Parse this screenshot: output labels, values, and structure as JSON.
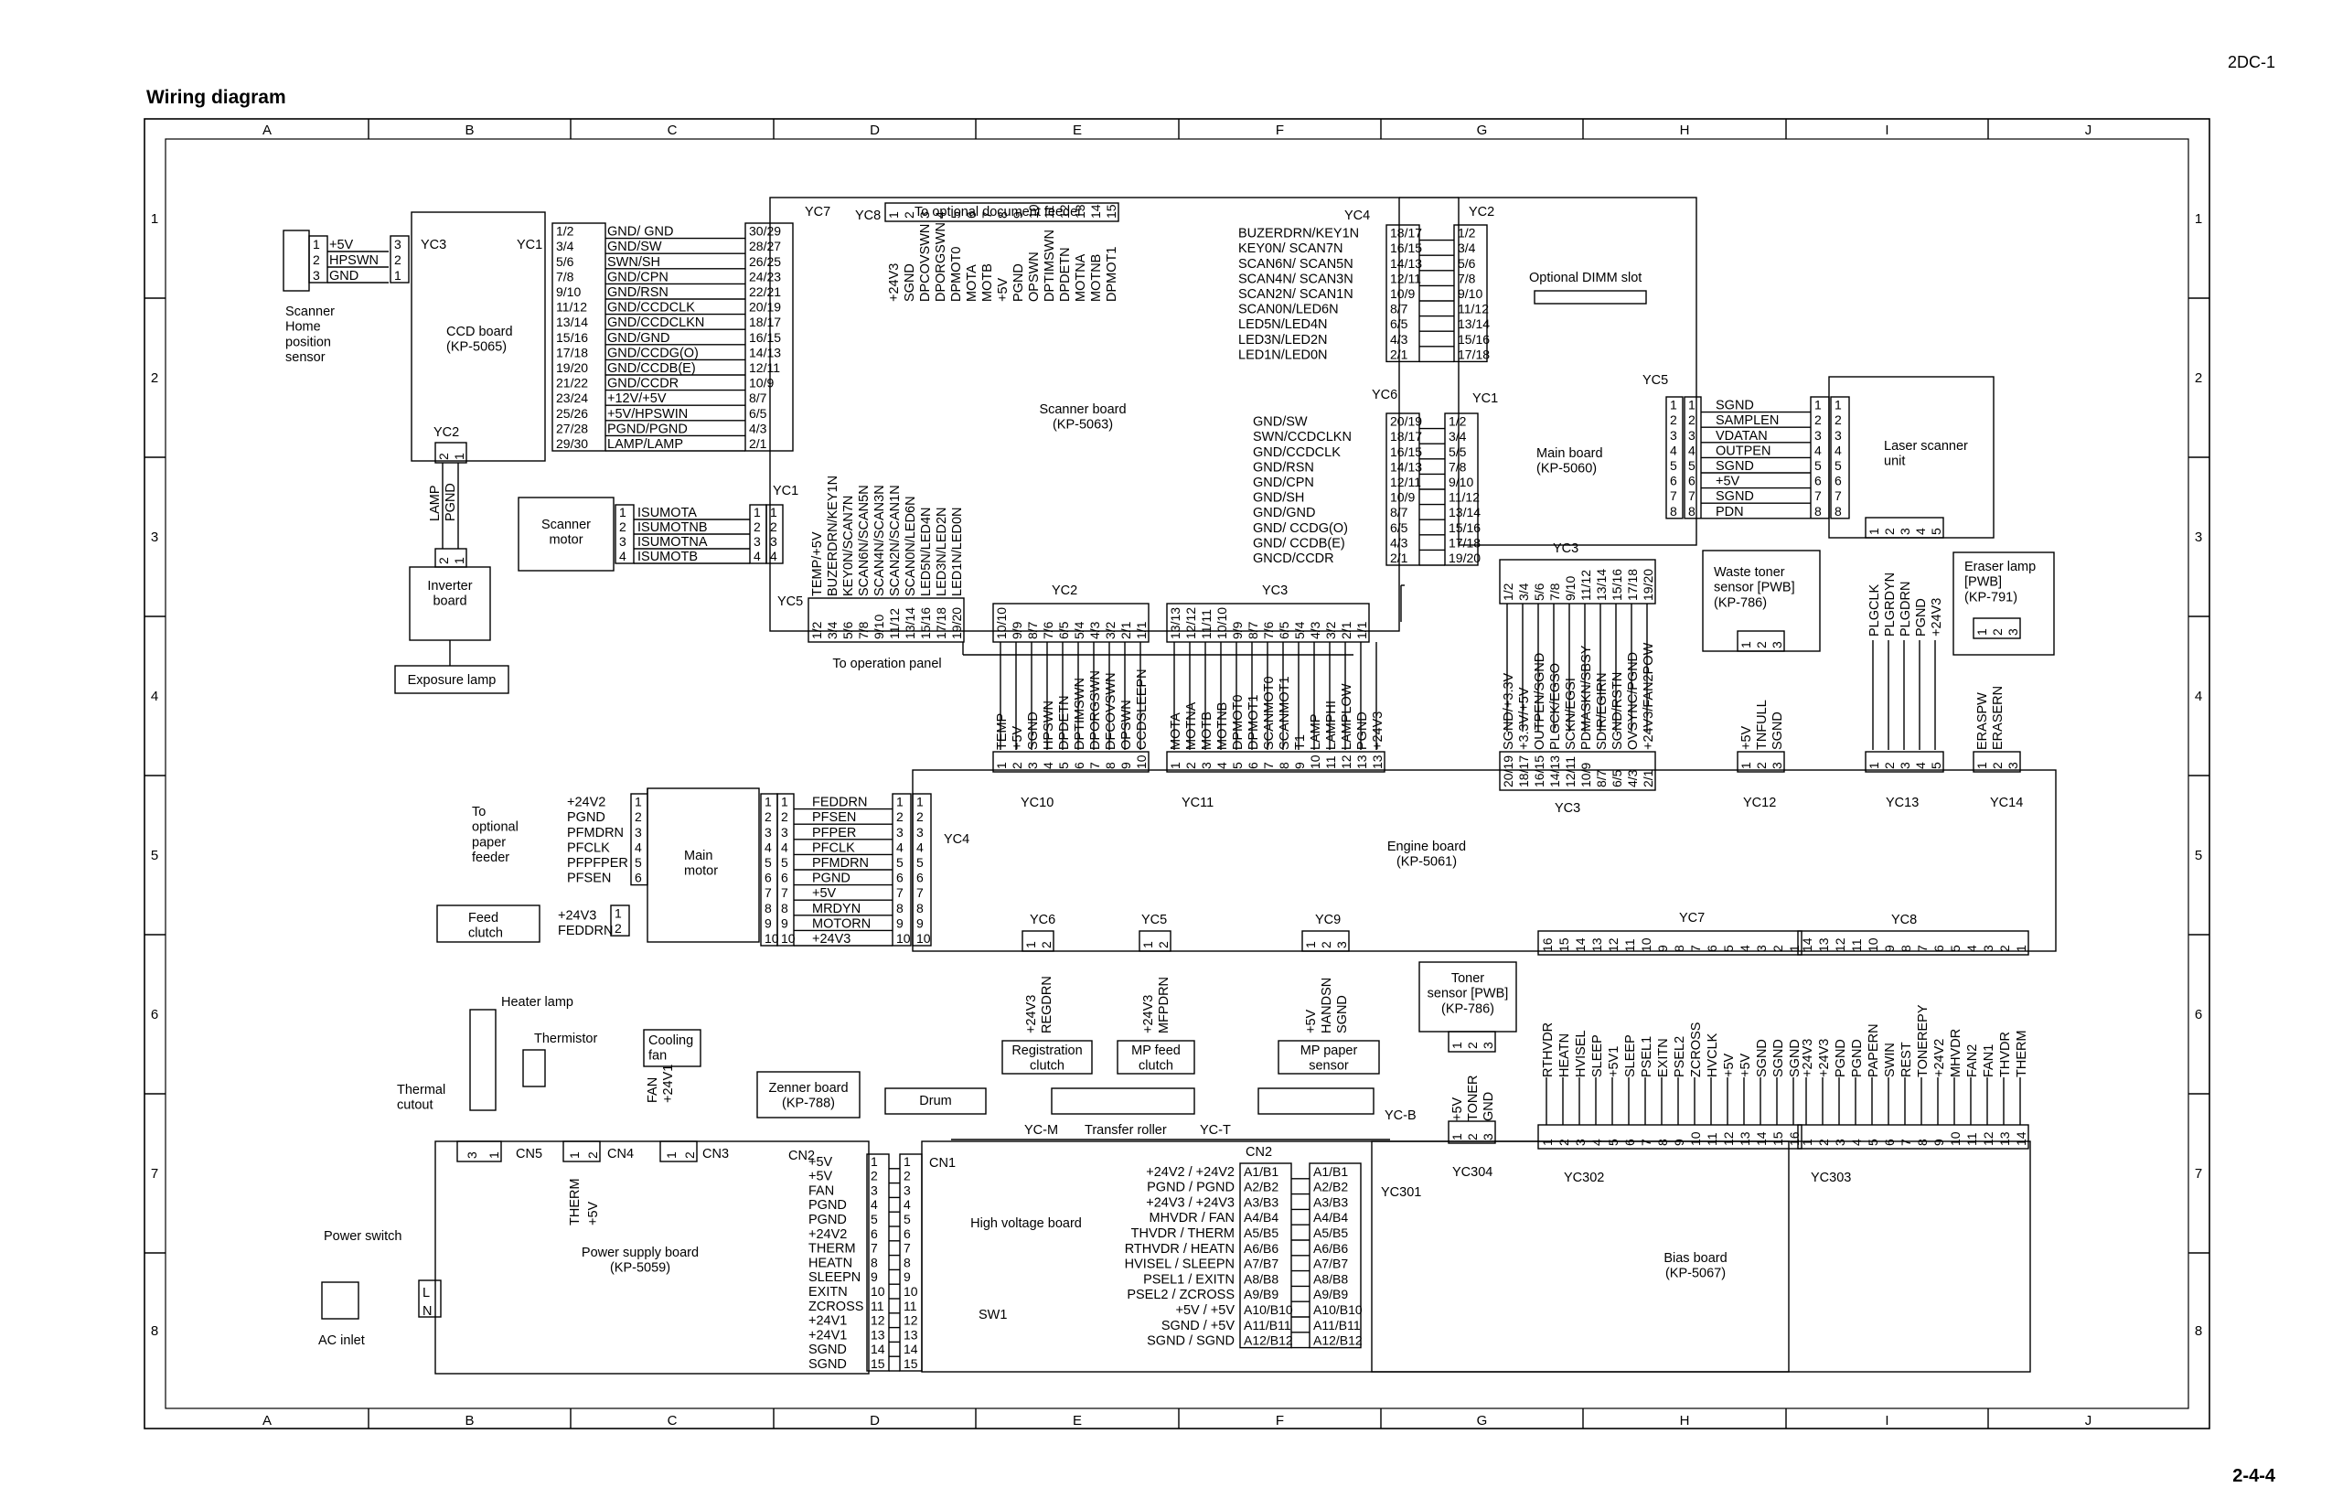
{
  "page": {
    "header_code": "2DC-1",
    "title": "Wiring diagram",
    "page_number": "2-4-4"
  },
  "grid": {
    "columns": [
      "A",
      "B",
      "C",
      "D",
      "E",
      "F",
      "G",
      "H",
      "I",
      "J"
    ],
    "rows": [
      "1",
      "2",
      "3",
      "4",
      "5",
      "6",
      "7",
      "8"
    ]
  },
  "components": {
    "scanner_home_sensor": {
      "label": "Scanner\nHome\nposition\nsensor",
      "pins": [
        "1",
        "2",
        "3"
      ],
      "signals": [
        "+5V",
        "HPSWN",
        "GND"
      ]
    },
    "ccd_board": {
      "label": "CCD board\n(KP-5065)",
      "yc3": "YC3",
      "yc3_pins": [
        "3",
        "2",
        "1"
      ],
      "yc1": "YC1",
      "yc2": "YC2",
      "yc2_pins": [
        "2",
        "1"
      ],
      "yc1_pins": [
        "1/2",
        "3/4",
        "5/6",
        "7/8",
        "9/10",
        "11/12",
        "13/14",
        "15/16",
        "17/18",
        "19/20",
        "21/22",
        "23/24",
        "25/26",
        "27/28",
        "29/30"
      ],
      "signals": [
        "GND/ GND",
        "GND/SW",
        "SWN/SH",
        "GND/CPN",
        "GND/RSN",
        "GND/CCDCLK",
        "GND/CCDCLKN",
        "GND/GND",
        "GND/CCDG(O)",
        "GND/CCDB(E)",
        "GND/CCDR",
        "+12V/+5V",
        "+5V/HPSWIN",
        "PGND/PGND",
        "LAMP/LAMP"
      ],
      "scanner_pins": [
        "30/29",
        "28/27",
        "26/25",
        "24/23",
        "22/21",
        "20/19",
        "18/17",
        "16/15",
        "14/13",
        "12/11",
        "10/9",
        "8/7",
        "6/5",
        "4/3",
        "2/1"
      ]
    },
    "inverter": {
      "label": "Inverter\nboard",
      "wire_labels": [
        "LAMP",
        "PGND"
      ],
      "pins": [
        "2",
        "1"
      ]
    },
    "exposure_lamp": {
      "label": "Exposure lamp"
    },
    "scanner_motor": {
      "label": "Scanner\nmotor",
      "pins": [
        "1",
        "2",
        "3",
        "4"
      ],
      "signals": [
        "ISUMOTA",
        "ISUMOTNB",
        "ISUMOTNA",
        "ISUMOTB"
      ],
      "yc1": "YC1"
    },
    "scanner_board": {
      "label": "Scanner board\n(KP-5063)",
      "yc7": "YC7",
      "yc8": "YC8",
      "yc5": "YC5",
      "doc_feeder_note": "To optional document feeder",
      "yc8_signals": [
        "+24V3",
        "SGND",
        "DPCOVSWN",
        "DPORGSWN",
        "DPMOT0",
        "MOTA",
        "MOTB",
        "+5V",
        "PGND",
        "OPSWN",
        "DPTIMSWN",
        "DPDETN",
        "MOTNA",
        "MOTNB",
        "DPMOT1"
      ],
      "yc8_pins": [
        "1",
        "2",
        "3",
        "4",
        "5",
        "6",
        "7",
        "8",
        "9",
        "10",
        "11",
        "12",
        "13",
        "14",
        "15"
      ],
      "yc5_signals": [
        "TEMP/+5V",
        "BUZERDRN/KEY1N",
        "KEY0N/SCAN7N",
        "SCAN6N/SCAN5N",
        "SCAN4N/SCAN3N",
        "SCAN2N/SCAN1N",
        "SCAN0N/LED6N",
        "LED5N/LED4N",
        "LED3N/LED2N",
        "LED1N/LED0N"
      ],
      "yc5_pins": [
        "1/2",
        "3/4",
        "5/6",
        "7/8",
        "9/10",
        "11/12",
        "13/14",
        "15/16",
        "17/18",
        "19/20"
      ],
      "op_panel_note": "To operation panel"
    },
    "main_board": {
      "label": "Main board\n(KP-5060)",
      "yc4": "YC4",
      "yc6": "YC6",
      "yc1": "YC1",
      "yc2": "YC2",
      "yc3": "YC3",
      "yc5": "YC5",
      "dimm": "Optional DIMM slot",
      "yc4_signals": [
        "BUZERDRN/KEY1N",
        "KEY0N/ SCAN7N",
        "SCAN6N/ SCAN5N",
        "SCAN4N/ SCAN3N",
        "SCAN2N/ SCAN1N",
        "SCAN0N/LED6N",
        "LED5N/LED4N",
        "LED3N/LED2N",
        "LED1N/LED0N"
      ],
      "yc4_pins": [
        "18/17",
        "16/15",
        "14/13",
        "12/11",
        "10/9",
        "8/7",
        "6/5",
        "4/3",
        "2/1"
      ],
      "yc2_pins": [
        "1/2",
        "3/4",
        "5/6",
        "7/8",
        "9/10",
        "11/12",
        "13/14",
        "15/16",
        "17/18"
      ],
      "yc6_signals": [
        "GND/SW",
        "SWN/CCDCLKN",
        "GND/CCDCLK",
        "GND/RSN",
        "GND/CPN",
        "GND/SH",
        "GND/GND",
        "GND/ CCDG(O)",
        "GND/ CCDB(E)",
        "GNCD/CCDR"
      ],
      "yc6_pins": [
        "20/19",
        "18/17",
        "16/15",
        "14/13",
        "12/11",
        "10/9",
        "8/7",
        "6/5",
        "4/3",
        "2/1"
      ],
      "yc1_pins": [
        "1/2",
        "3/4",
        "5/5",
        "7/8",
        "9/10",
        "11/12",
        "13/14",
        "15/16",
        "17/18",
        "19/20"
      ],
      "yc3_pins": [
        "1/2",
        "3/4",
        "5/6",
        "7/8",
        "9/10",
        "11/12",
        "13/14",
        "15/16",
        "17/18",
        "19/20"
      ],
      "yc5_signals": [
        "SGND",
        "SAMPLEN",
        "VDATAN",
        "OUTPEN",
        "SGND",
        "+5V",
        "SGND",
        "PDN"
      ],
      "yc5_pins": [
        "1",
        "2",
        "3",
        "4",
        "5",
        "6",
        "7",
        "8"
      ]
    },
    "laser_scanner": {
      "label": "Laser scanner\nunit",
      "pins": [
        "1",
        "2",
        "3",
        "4",
        "5",
        "6",
        "7",
        "8"
      ]
    },
    "waste_toner": {
      "label": "Waste toner\nsensor [PWB]\n(KP-786)",
      "pins": [
        "1",
        "2",
        "3"
      ]
    },
    "eraser_lamp": {
      "label": "Eraser lamp\n[PWB]\n(KP-791)",
      "pins": [
        "1",
        "2",
        "3"
      ]
    },
    "engine_board": {
      "label": "Engine board\n(KP-5061)",
      "yc2": "YC2",
      "yc3": "YC3",
      "yc10": "YC10",
      "yc11": "YC11",
      "yc3b": "YC3",
      "yc12": "YC12",
      "yc13": "YC13",
      "yc14": "YC14",
      "yc4": "YC4",
      "yc6": "YC6",
      "yc5": "YC5",
      "yc9": "YC9",
      "yc7": "YC7",
      "yc8": "YC8",
      "yc2_pins": [
        "10/10",
        "9/9",
        "8/7",
        "7/6",
        "6/5",
        "5/4",
        "4/3",
        "3/2",
        "2/1",
        "1/1"
      ],
      "yc3_pins": [
        "13/13",
        "12/12",
        "11/11",
        "10/10",
        "9/9",
        "8/7",
        "7/6",
        "6/5",
        "5/4",
        "4/3",
        "3/2",
        "2/1",
        "1/1"
      ],
      "yc10_signals": [
        "TEMP",
        "+5V",
        "SGND",
        "HPSWN",
        "DPDETN",
        "DPTIMSWN",
        "DPORGSWN",
        "DFCOVSWN",
        "OPSWN",
        "CCDSLEEPN"
      ],
      "yc10_pins": [
        "1",
        "2",
        "3",
        "4",
        "5",
        "6",
        "7",
        "8",
        "9",
        "10"
      ],
      "yc11_signals": [
        "MOTA",
        "MOTNA",
        "MOTB",
        "MOTNB",
        "DPMOT0",
        "DPMOT1",
        "SCANMOT0",
        "SCANMOT1",
        "T1",
        "LAMP",
        "LAMPHI",
        "LAMPLOW",
        "PGND",
        "+24V3"
      ],
      "yc11_pins": [
        "1",
        "2",
        "3",
        "4",
        "5",
        "6",
        "7",
        "8",
        "9",
        "10",
        "11",
        "12",
        "13",
        "13"
      ],
      "yc3b_signals": [
        "SGND/+3.3V",
        "+3.3V/+5V",
        "OUTPEN/SGND",
        "PLGCK/EGSO",
        "SCKN/EGSI",
        "PDMASKN/SBSY",
        "SDIR/EGIRN",
        "SGND/RSTN",
        "OVSYNC/PGND",
        "+24V3/FAN2POW"
      ],
      "yc3b_pins": [
        "20/19",
        "18/17",
        "16/15",
        "14/13",
        "12/11",
        "10/9",
        "8/7",
        "6/5",
        "4/3",
        "2/1"
      ],
      "yc12_signals": [
        "+5V",
        "TNFULL",
        "SGND"
      ],
      "yc12_pins": [
        "1",
        "2",
        "3"
      ],
      "yc13_signals": [
        "PLGCLK",
        "PLGRDYN",
        "PLGDRN",
        "PGND",
        "+24V3"
      ],
      "yc13_pins": [
        "1",
        "2",
        "3",
        "4",
        "5"
      ],
      "yc14_signals": [
        "ERASPW",
        "ERASERN"
      ],
      "yc14_pins": [
        "1",
        "2",
        "3"
      ],
      "yc4_signals": [
        "FEDDRN",
        "PFSEN",
        "PFPER",
        "PFCLK",
        "PFMDRN",
        "PGND",
        "+5V",
        "MRDYN",
        "MOTORN",
        "+24V3"
      ],
      "yc4_pins": [
        "1",
        "2",
        "3",
        "4",
        "5",
        "6",
        "7",
        "8",
        "9",
        "10"
      ],
      "yc6_signals": [
        "+24V3",
        "REGDRN"
      ],
      "yc6_pins": [
        "1",
        "2"
      ],
      "yc5_signals": [
        "+24V3",
        "MFPDRN"
      ],
      "yc5_pins": [
        "1",
        "2"
      ],
      "yc9_signals": [
        "+5V",
        "HANDSN",
        "SGND"
      ],
      "yc9_pins": [
        "1",
        "2",
        "3"
      ],
      "yc7_signals": [
        "RTHVDR",
        "HEATN",
        "HVISEL",
        "SLEEP",
        "+5V1",
        "SLEEP",
        "PSEL1",
        "EXITN",
        "PSEL2",
        "ZCROSS",
        "HVCLK",
        "+5V",
        "+5V",
        "SGND",
        "SGND",
        "SGND"
      ],
      "yc7_pins": [
        "16",
        "15",
        "14",
        "13",
        "12",
        "11",
        "10",
        "9",
        "8",
        "7",
        "6",
        "5",
        "4",
        "3",
        "2",
        "1"
      ],
      "yc8_signals": [
        "+24V3",
        "+24V3",
        "PGND",
        "PGND",
        "PAPERN",
        "SWIN",
        "REST",
        "TONEREPY",
        "+24V2",
        "MHVDR",
        "FAN2",
        "FAN1",
        "THVDR",
        "THERM"
      ],
      "yc8_pins": [
        "14",
        "13",
        "12",
        "11",
        "10",
        "9",
        "8",
        "7",
        "6",
        "5",
        "4",
        "3",
        "2",
        "1"
      ]
    },
    "paper_feeder": {
      "label": "To\noptional\npaper\nfeeder",
      "signals": [
        "+24V2",
        "PGND",
        "PFMDRN",
        "PFCLK",
        "PFPFPER",
        "PFSEN"
      ],
      "pins": [
        "1",
        "2",
        "3",
        "4",
        "5",
        "6"
      ]
    },
    "main_motor": {
      "label": "Main\nmotor",
      "pins": [
        "1",
        "2",
        "3",
        "4",
        "5",
        "6",
        "7",
        "8",
        "9",
        "10"
      ]
    },
    "feed_clutch": {
      "label": "Feed\nclutch",
      "signals": [
        "+24V3",
        "FEDDRN"
      ],
      "pins": [
        "1",
        "2"
      ]
    },
    "registration_clutch": {
      "label": "Registration\nclutch"
    },
    "mp_feed_clutch": {
      "label": "MP feed\nclutch"
    },
    "mp_paper_sensor": {
      "label": "MP paper\nsensor"
    },
    "toner_sensor": {
      "label": "Toner\nsensor [PWB]\n(KP-786)",
      "signals": [
        "+5V",
        "TONER",
        "GND"
      ],
      "pins": [
        "1",
        "2",
        "3"
      ],
      "yc304": "YC304"
    },
    "heater": {
      "heater_lamp": "Heater lamp",
      "thermistor": "Thermistor",
      "thermal_cutout": "Thermal\ncutout",
      "cooling_fan": "Cooling\nfan",
      "fan_signals": [
        "FAN",
        "+24V1"
      ]
    },
    "zenner": {
      "label": "Zenner board\n(KP-788)",
      "drum": "Drum",
      "transfer": "Transfer roller",
      "ycm": "YC-M",
      "yct": "YC-T",
      "ycb": "YC-B"
    },
    "power_supply": {
      "label": "Power supply board\n(KP-5059)",
      "cn5": "CN5",
      "cn4": "CN4",
      "cn3": "CN3",
      "cn2": "CN2",
      "cn1": "CN1",
      "cn5_pins": [
        "3",
        "1"
      ],
      "cn5_letters": [
        "L",
        "N"
      ],
      "cn4_pins": [
        "1",
        "2"
      ],
      "cn4_signals": [
        "THERM",
        "+5V"
      ],
      "cn3_pins": [
        "1",
        "2"
      ],
      "cn2_signals": [
        "+5V",
        "+5V",
        "FAN",
        "PGND",
        "PGND",
        "+24V2",
        "THERM",
        "HEATN",
        "SLEEPN",
        "EXITN",
        "ZCROSS",
        "+24V1",
        "+24V1",
        "SGND",
        "SGND"
      ],
      "cn2_pins": [
        "1",
        "2",
        "3",
        "4",
        "5",
        "6",
        "7",
        "8",
        "9",
        "10",
        "11",
        "12",
        "13",
        "14",
        "15"
      ],
      "cn1_pins": [
        "1",
        "2",
        "3",
        "4",
        "5",
        "6",
        "7",
        "8",
        "9",
        "10",
        "11",
        "12",
        "13",
        "14",
        "15"
      ]
    },
    "power_switch": {
      "label": "Power switch",
      "ac_inlet": "AC inlet",
      "ln": [
        "L",
        "N"
      ]
    },
    "high_voltage": {
      "label": "High voltage board",
      "sw1": "SW1",
      "cn2": "CN2",
      "cn2_signals": [
        "+24V2 / +24V2",
        "PGND / PGND",
        "+24V3 / +24V3",
        "MHVDR / FAN",
        "THVDR / THERM",
        "RTHVDR / HEATN",
        "HVISEL / SLEEPN",
        "PSEL1 / EXITN",
        "PSEL2 / ZCROSS",
        "+5V / +5V",
        "SGND / +5V",
        "SGND / SGND"
      ],
      "cn2_pins_left": [
        "A1/B1",
        "A2/B2",
        "A3/B3",
        "A4/B4",
        "A5/B5",
        "A6/B6",
        "A7/B7",
        "A8/B8",
        "A9/B9",
        "A10/B10",
        "A11/B11",
        "A12/B12"
      ],
      "cn2_pins_right": [
        "A1/B1",
        "A2/B2",
        "A3/B3",
        "A4/B4",
        "A5/B5",
        "A6/B6",
        "A7/B7",
        "A8/B8",
        "A9/B9",
        "A10/B10",
        "A11/B11",
        "A12/B12"
      ]
    },
    "bias_board": {
      "label": "Bias board\n(KP-5067)",
      "yc301": "YC301",
      "yc302": "YC302",
      "yc303": "YC303",
      "yc302_pins": [
        "1",
        "2",
        "3",
        "4",
        "5",
        "6",
        "7",
        "8",
        "9",
        "10",
        "11",
        "12",
        "13",
        "14",
        "15",
        "16"
      ],
      "yc303_pins": [
        "1",
        "2",
        "3",
        "4",
        "5",
        "6",
        "7",
        "8",
        "9",
        "10",
        "11",
        "12",
        "13",
        "14"
      ]
    }
  }
}
